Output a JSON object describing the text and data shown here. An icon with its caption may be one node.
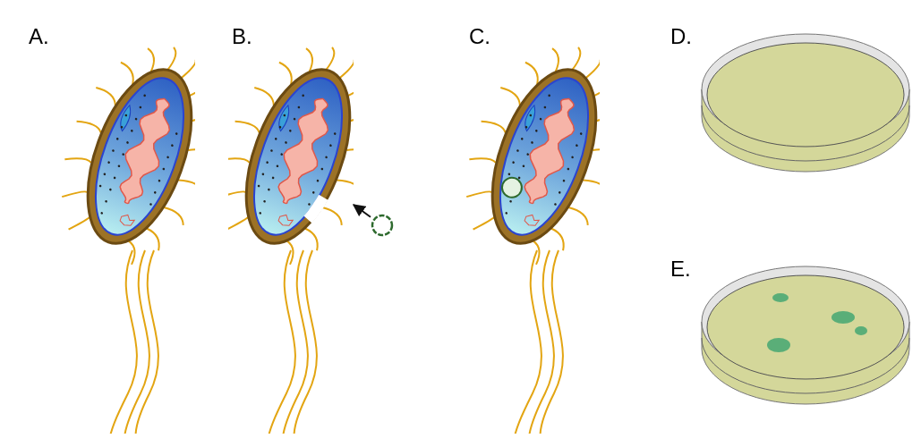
{
  "diagram": {
    "nodes": [
      {
        "text": [
          "A."
        ]
      },
      {
        "text": [
          "B."
        ]
      },
      {
        "text": [
          "C."
        ]
      },
      {
        "text": [
          "D."
        ]
      },
      {
        "text": [
          "E."
        ]
      },
      {
        "text": [],
        "shape": "circle"
      }
    ],
    "edges": [
      {
        "from": 5,
        "to": 1,
        "arrow": "to"
      }
    ]
  }
}
